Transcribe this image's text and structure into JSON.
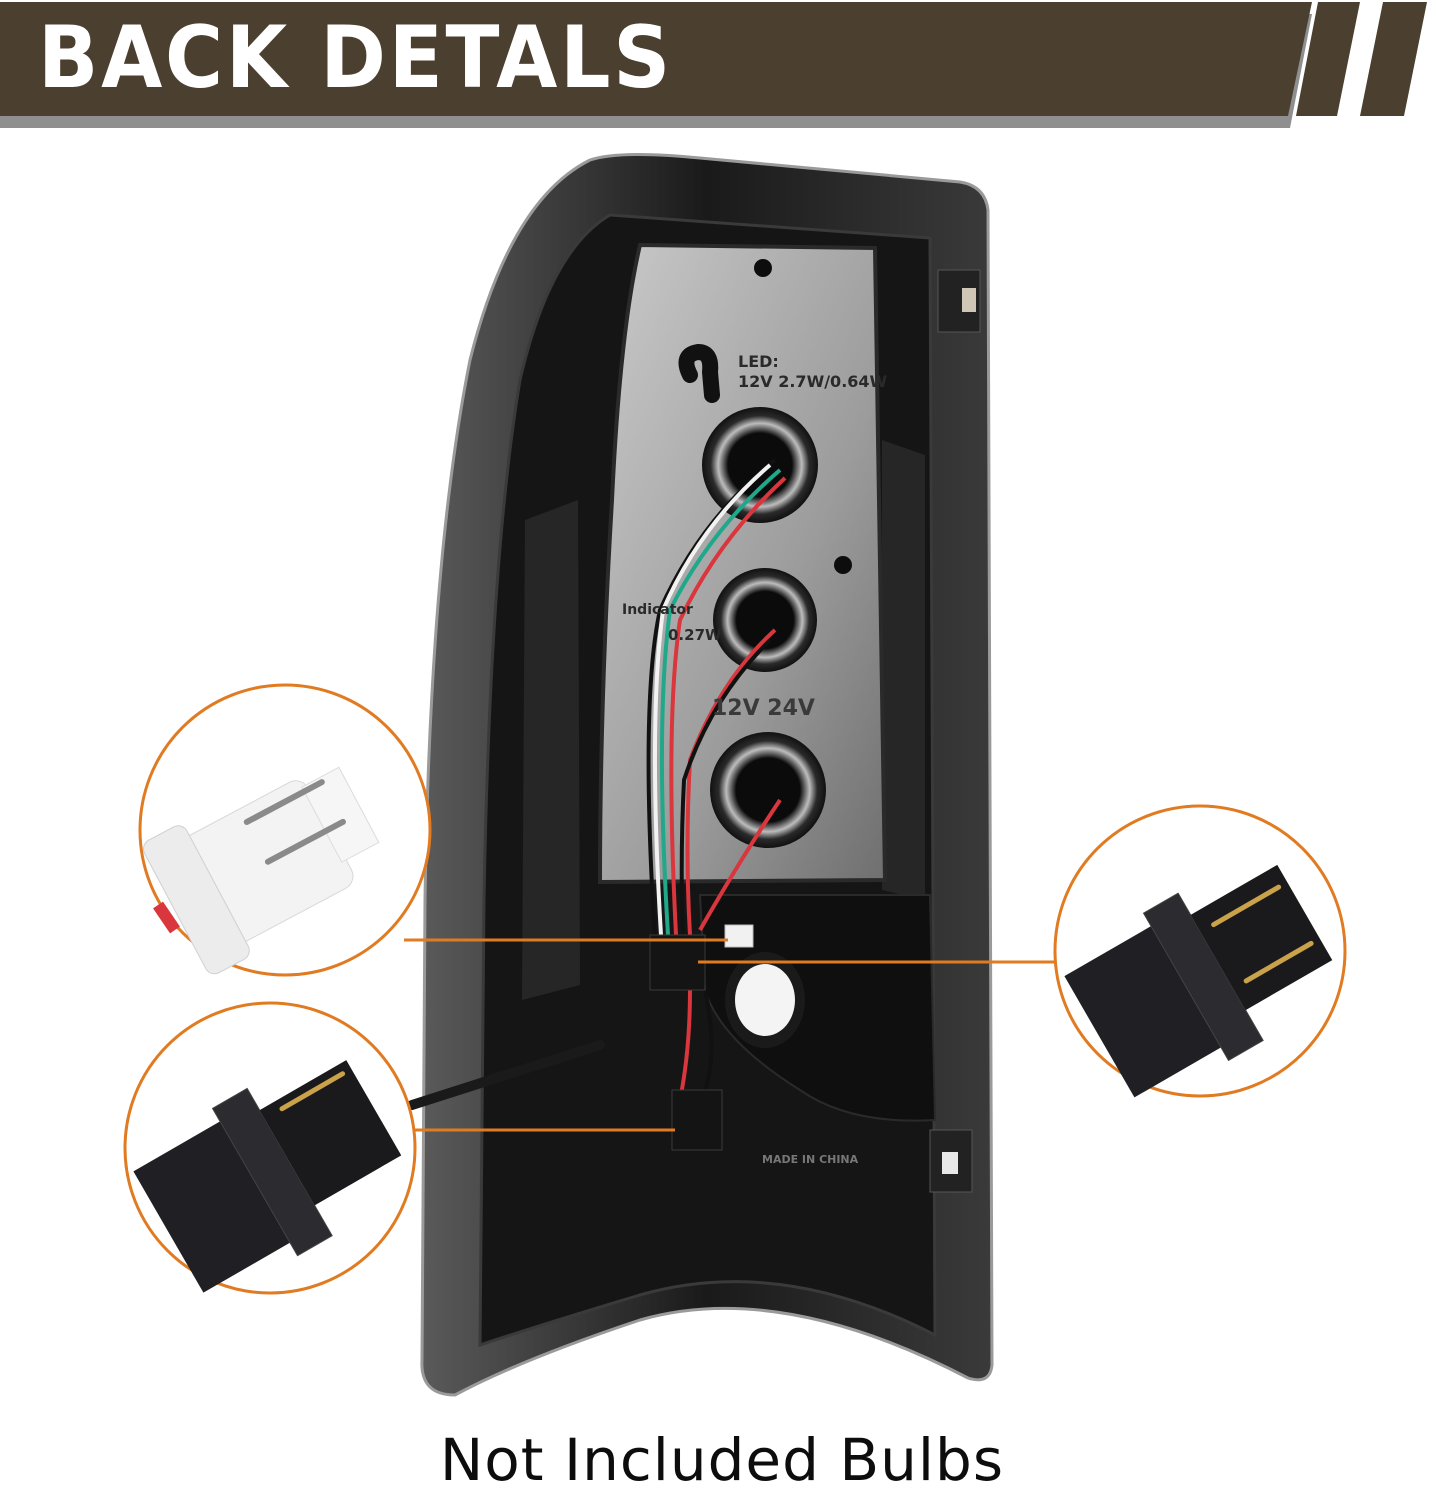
{
  "header": {
    "title": "BACK DETALS",
    "bar_color": "#4b3f30",
    "shadow_color": "#8f8f8f"
  },
  "product": {
    "subject": "tail light housing (rear view)",
    "housing_labels": [
      {
        "id": "led_spec_1",
        "text": "LED:"
      },
      {
        "id": "led_spec_2",
        "text": "12V  2.7W/0.64W"
      },
      {
        "id": "indicator_spec_1",
        "text": "Indicator"
      },
      {
        "id": "indicator_spec_2",
        "text": "0.27W"
      },
      {
        "id": "voltage_mark",
        "text": "12V  24V"
      },
      {
        "id": "made_in",
        "text": "MADE IN CHINA"
      }
    ],
    "wire_colors": [
      "#d9363e",
      "#1fa88a",
      "#f2f2f2",
      "#111111"
    ],
    "callouts": [
      {
        "id": "t10-bulb-socket",
        "subject": "white T10 wedge bulb socket",
        "side": "left-upper"
      },
      {
        "id": "connector-lower",
        "subject": "black 2-pin wedge connector",
        "side": "left-lower"
      },
      {
        "id": "connector-right",
        "subject": "black 2-pin wedge connector with gold pins",
        "side": "right"
      }
    ],
    "callout_color": "#e07b22"
  },
  "footer": {
    "caption": "Not Included Bulbs"
  }
}
